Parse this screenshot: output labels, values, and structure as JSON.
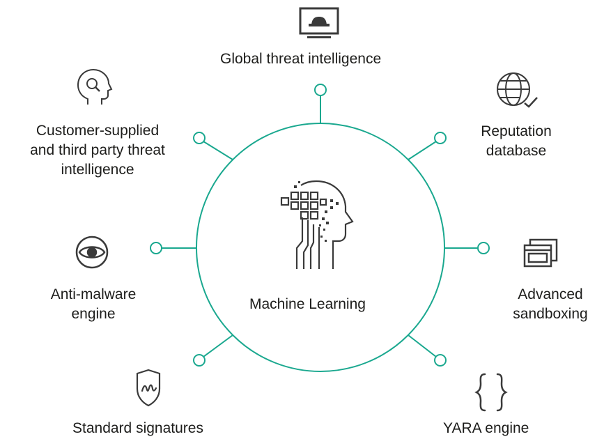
{
  "center": {
    "label": "Machine Learning",
    "icon": "ai-head-icon"
  },
  "colors": {
    "accent": "#1aa88f",
    "icon": "#3a3a3a",
    "text": "#1d1d1b"
  },
  "nodes": [
    {
      "id": "global",
      "lines": [
        "Global threat intelligence"
      ],
      "icon": "hacker-monitor-icon"
    },
    {
      "id": "reputation",
      "lines": [
        "Reputation",
        "database"
      ],
      "icon": "globe-check-icon"
    },
    {
      "id": "sandbox",
      "lines": [
        "Advanced",
        "sandboxing"
      ],
      "icon": "windows-stack-icon"
    },
    {
      "id": "yara",
      "lines": [
        "YARA engine"
      ],
      "icon": "curly-braces-icon"
    },
    {
      "id": "signatures",
      "lines": [
        "Standard signatures"
      ],
      "icon": "shield-signature-icon"
    },
    {
      "id": "antimalware",
      "lines": [
        "Anti-malware",
        "engine"
      ],
      "icon": "eye-icon"
    },
    {
      "id": "customer",
      "lines": [
        "Customer-supplied",
        "and third party threat",
        "intelligence"
      ],
      "icon": "head-search-icon"
    }
  ]
}
